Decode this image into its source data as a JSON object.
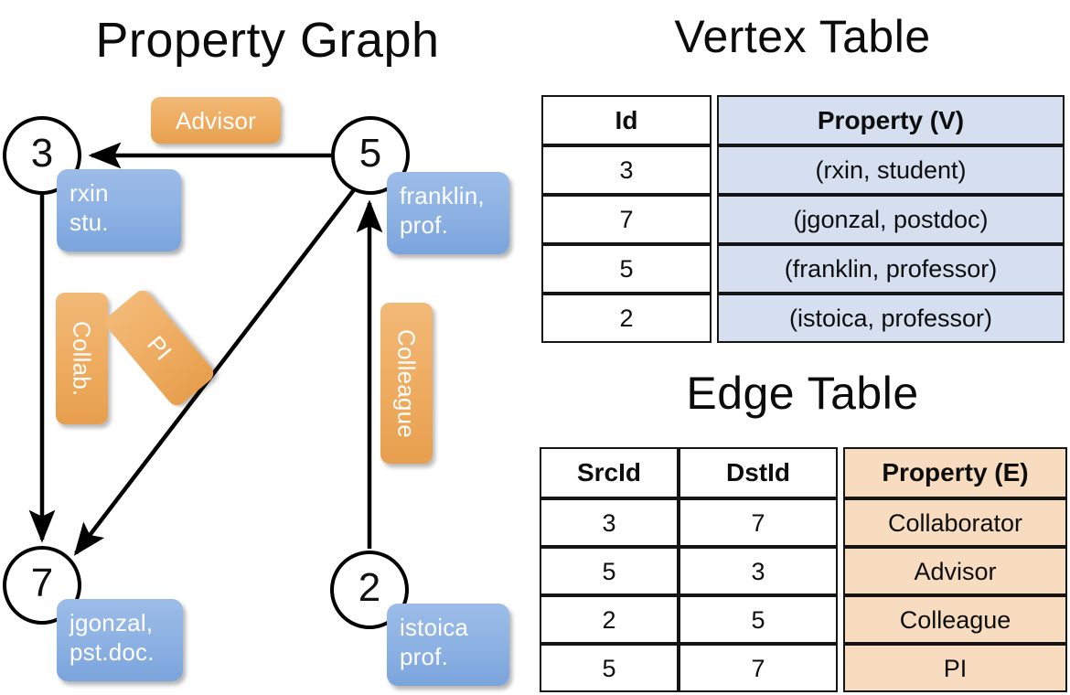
{
  "titles": {
    "graph": "Property Graph",
    "vertex_table": "Vertex Table",
    "edge_table": "Edge Table"
  },
  "graph": {
    "nodes": [
      {
        "id": "3",
        "property": "rxin\nstu."
      },
      {
        "id": "5",
        "property": "franklin,\nprof."
      },
      {
        "id": "7",
        "property": "jgonzal,\npst.doc."
      },
      {
        "id": "2",
        "property": "istoica\nprof."
      }
    ],
    "node_labels": {
      "n3": "3",
      "n5": "5",
      "n7": "7",
      "n2": "2"
    },
    "property_labels": {
      "rxin_line1": "rxin",
      "rxin_line2": "stu.",
      "franklin_line1": "franklin,",
      "franklin_line2": "prof.",
      "jgonzal_line1": "jgonzal,",
      "jgonzal_line2": "pst.doc.",
      "istoica_line1": "istoica",
      "istoica_line2": "prof."
    },
    "edge_labels": {
      "advisor": "Advisor",
      "collab": "Collab.",
      "pi": "PI",
      "colleague": "Colleague"
    },
    "edges": [
      {
        "from": "5",
        "to": "3",
        "label": "Advisor"
      },
      {
        "from": "3",
        "to": "7",
        "label": "Collab."
      },
      {
        "from": "5",
        "to": "7",
        "label": "PI"
      },
      {
        "from": "2",
        "to": "5",
        "label": "Colleague"
      }
    ]
  },
  "vertex_table": {
    "headers": [
      "Id",
      "Property (V)"
    ],
    "rows": [
      {
        "id": "3",
        "property": "(rxin, student)"
      },
      {
        "id": "7",
        "property": "(jgonzal, postdoc)"
      },
      {
        "id": "5",
        "property": "(franklin, professor)"
      },
      {
        "id": "2",
        "property": "(istoica, professor)"
      }
    ]
  },
  "edge_table": {
    "headers": [
      "SrcId",
      "DstId",
      "Property (E)"
    ],
    "rows": [
      {
        "src": "3",
        "dst": "7",
        "property": "Collaborator"
      },
      {
        "src": "5",
        "dst": "3",
        "property": "Advisor"
      },
      {
        "src": "2",
        "dst": "5",
        "property": "Colleague"
      },
      {
        "src": "5",
        "dst": "7",
        "property": "PI"
      }
    ]
  },
  "colors": {
    "vertex_property_fill": "#d5dff0",
    "edge_property_fill": "#f7dcc0",
    "node_box_blue": "#8fb3e4",
    "edge_label_orange": "#eeab5f",
    "stroke": "#151515"
  }
}
